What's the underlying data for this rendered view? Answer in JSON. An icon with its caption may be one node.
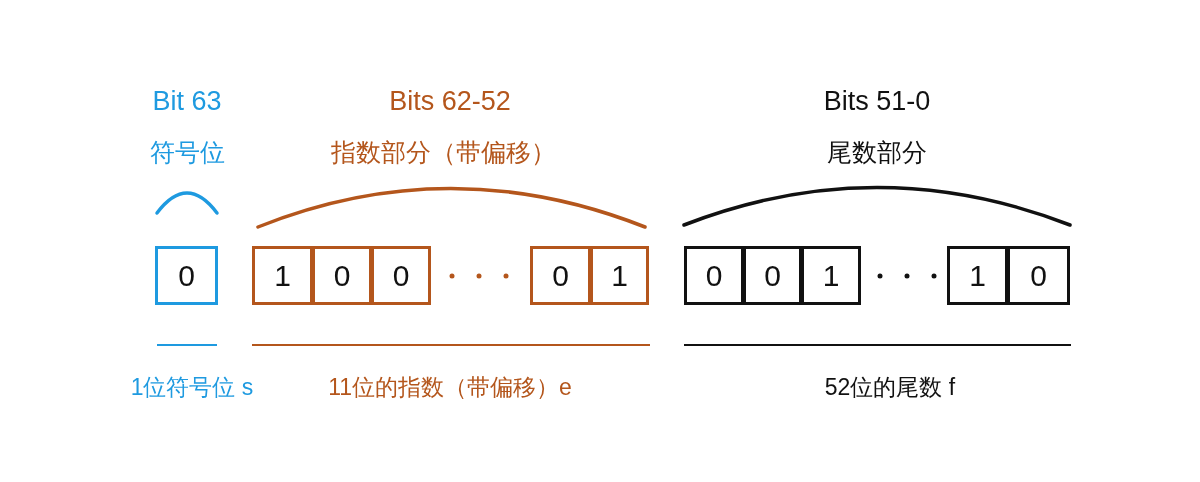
{
  "diagram": {
    "nodes": [
      {
        "text": [
          "0"
        ]
      },
      {
        "text": [
          "1"
        ]
      },
      {
        "text": [
          "0"
        ]
      },
      {
        "text": [
          "0"
        ]
      },
      {
        "text": [
          "0"
        ]
      },
      {
        "text": [
          "1"
        ]
      },
      {
        "text": [
          "0"
        ]
      },
      {
        "text": [
          "0"
        ]
      },
      {
        "text": [
          "1"
        ]
      },
      {
        "text": [
          "1"
        ]
      },
      {
        "text": [
          "0"
        ]
      }
    ],
    "edges": [],
    "labels": [
      "Bit 63",
      "Bits 62-52",
      "Bits 51-0",
      "符号位",
      "指数部分（带偏移）",
      "尾数部分",
      "1位符号位 s",
      "11位的指数（带偏移）e",
      "52位的尾数 f"
    ]
  }
}
